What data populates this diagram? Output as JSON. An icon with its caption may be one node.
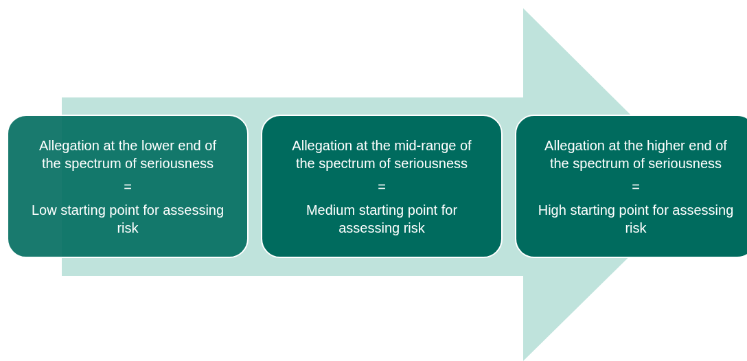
{
  "diagram": {
    "nodes": [
      {
        "text": [
          "Allegation at the lower end of the spectrum of seriousness",
          "=",
          "Low starting point for assessing risk"
        ]
      },
      {
        "text": [
          "Allegation at the mid-range of the spectrum of seriousness",
          "=",
          "Medium starting point for assessing risk"
        ]
      },
      {
        "text": [
          "Allegation at the higher end of the spectrum of seriousness",
          "=",
          "High starting point for assessing risk"
        ]
      }
    ],
    "edges": [
      {
        "from": 0,
        "to": 2,
        "arrow": "to"
      }
    ]
  }
}
